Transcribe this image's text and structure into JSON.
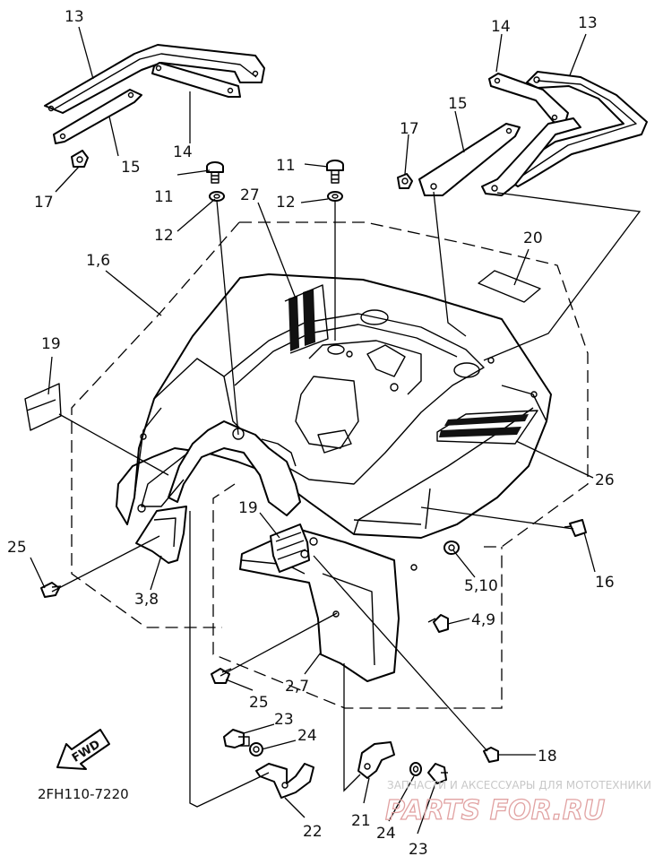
{
  "diagram": {
    "code": "2FH110-7220",
    "fwd_label": "FWD",
    "watermark": {
      "caption": "ЗАПЧАСТИ И АКСЕССУАРЫ ДЛЯ МОТОТЕХНИКИ",
      "brand": "PARTS FOR.RU"
    },
    "callouts": {
      "c13a": "13",
      "c14a": "14",
      "c15a": "15",
      "c17a": "17",
      "c13b": "13",
      "c14b": "14",
      "c15b": "15",
      "c17b": "17",
      "c11a": "11",
      "c12a": "12",
      "c11b": "11",
      "c12b": "12",
      "c16": "1,6",
      "c27": "27",
      "c20": "20",
      "c19a": "19",
      "c19b": "19",
      "c26": "26",
      "c25a": "25",
      "c38": "3,8",
      "c510": "5,10",
      "c16b": "16",
      "c49": "4,9",
      "c25b": "25",
      "c27b": "2,7",
      "c23a": "23",
      "c24a": "24",
      "c18": "18",
      "c21": "21",
      "c24b": "24",
      "c23b": "23",
      "c22": "22"
    }
  }
}
